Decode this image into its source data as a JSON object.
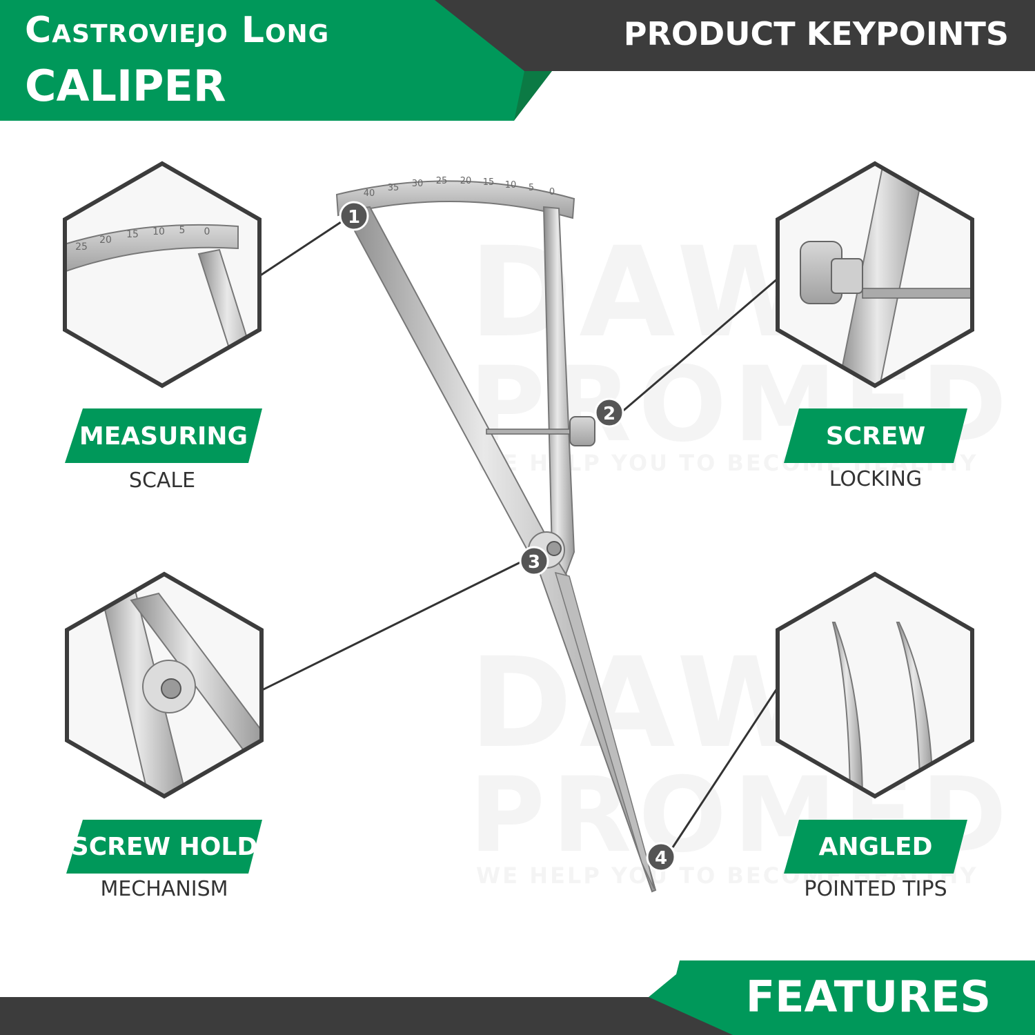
{
  "header": {
    "title_line1": "Castroviejo Long",
    "title_line2": "CALIPER",
    "keypoints_label": "PRODUCT KEYPOINTS"
  },
  "footer": {
    "label": "FEATURES"
  },
  "watermark": {
    "line1": "DAWN",
    "line2": "PROMED",
    "tagline": "WE HELP YOU TO BECOME HEALTHY"
  },
  "features": [
    {
      "number": "1",
      "title": "MEASURING",
      "subtitle": "SCALE"
    },
    {
      "number": "2",
      "title": "SCREW",
      "subtitle": "LOCKING"
    },
    {
      "number": "3",
      "title": "SCREW HOLD",
      "subtitle": "MECHANISM"
    },
    {
      "number": "4",
      "title": "ANGLED",
      "subtitle": "POINTED TIPS"
    }
  ],
  "scale_ticks": [
    "40",
    "35",
    "30",
    "25",
    "20",
    "15",
    "10",
    "5",
    "0"
  ],
  "zoom_scale_ticks": [
    "25",
    "20",
    "15",
    "10",
    "5",
    "0"
  ],
  "colors": {
    "accent_green": "#00985a",
    "dark_green": "#0b7a44",
    "dark_gray": "#3c3c3c"
  }
}
